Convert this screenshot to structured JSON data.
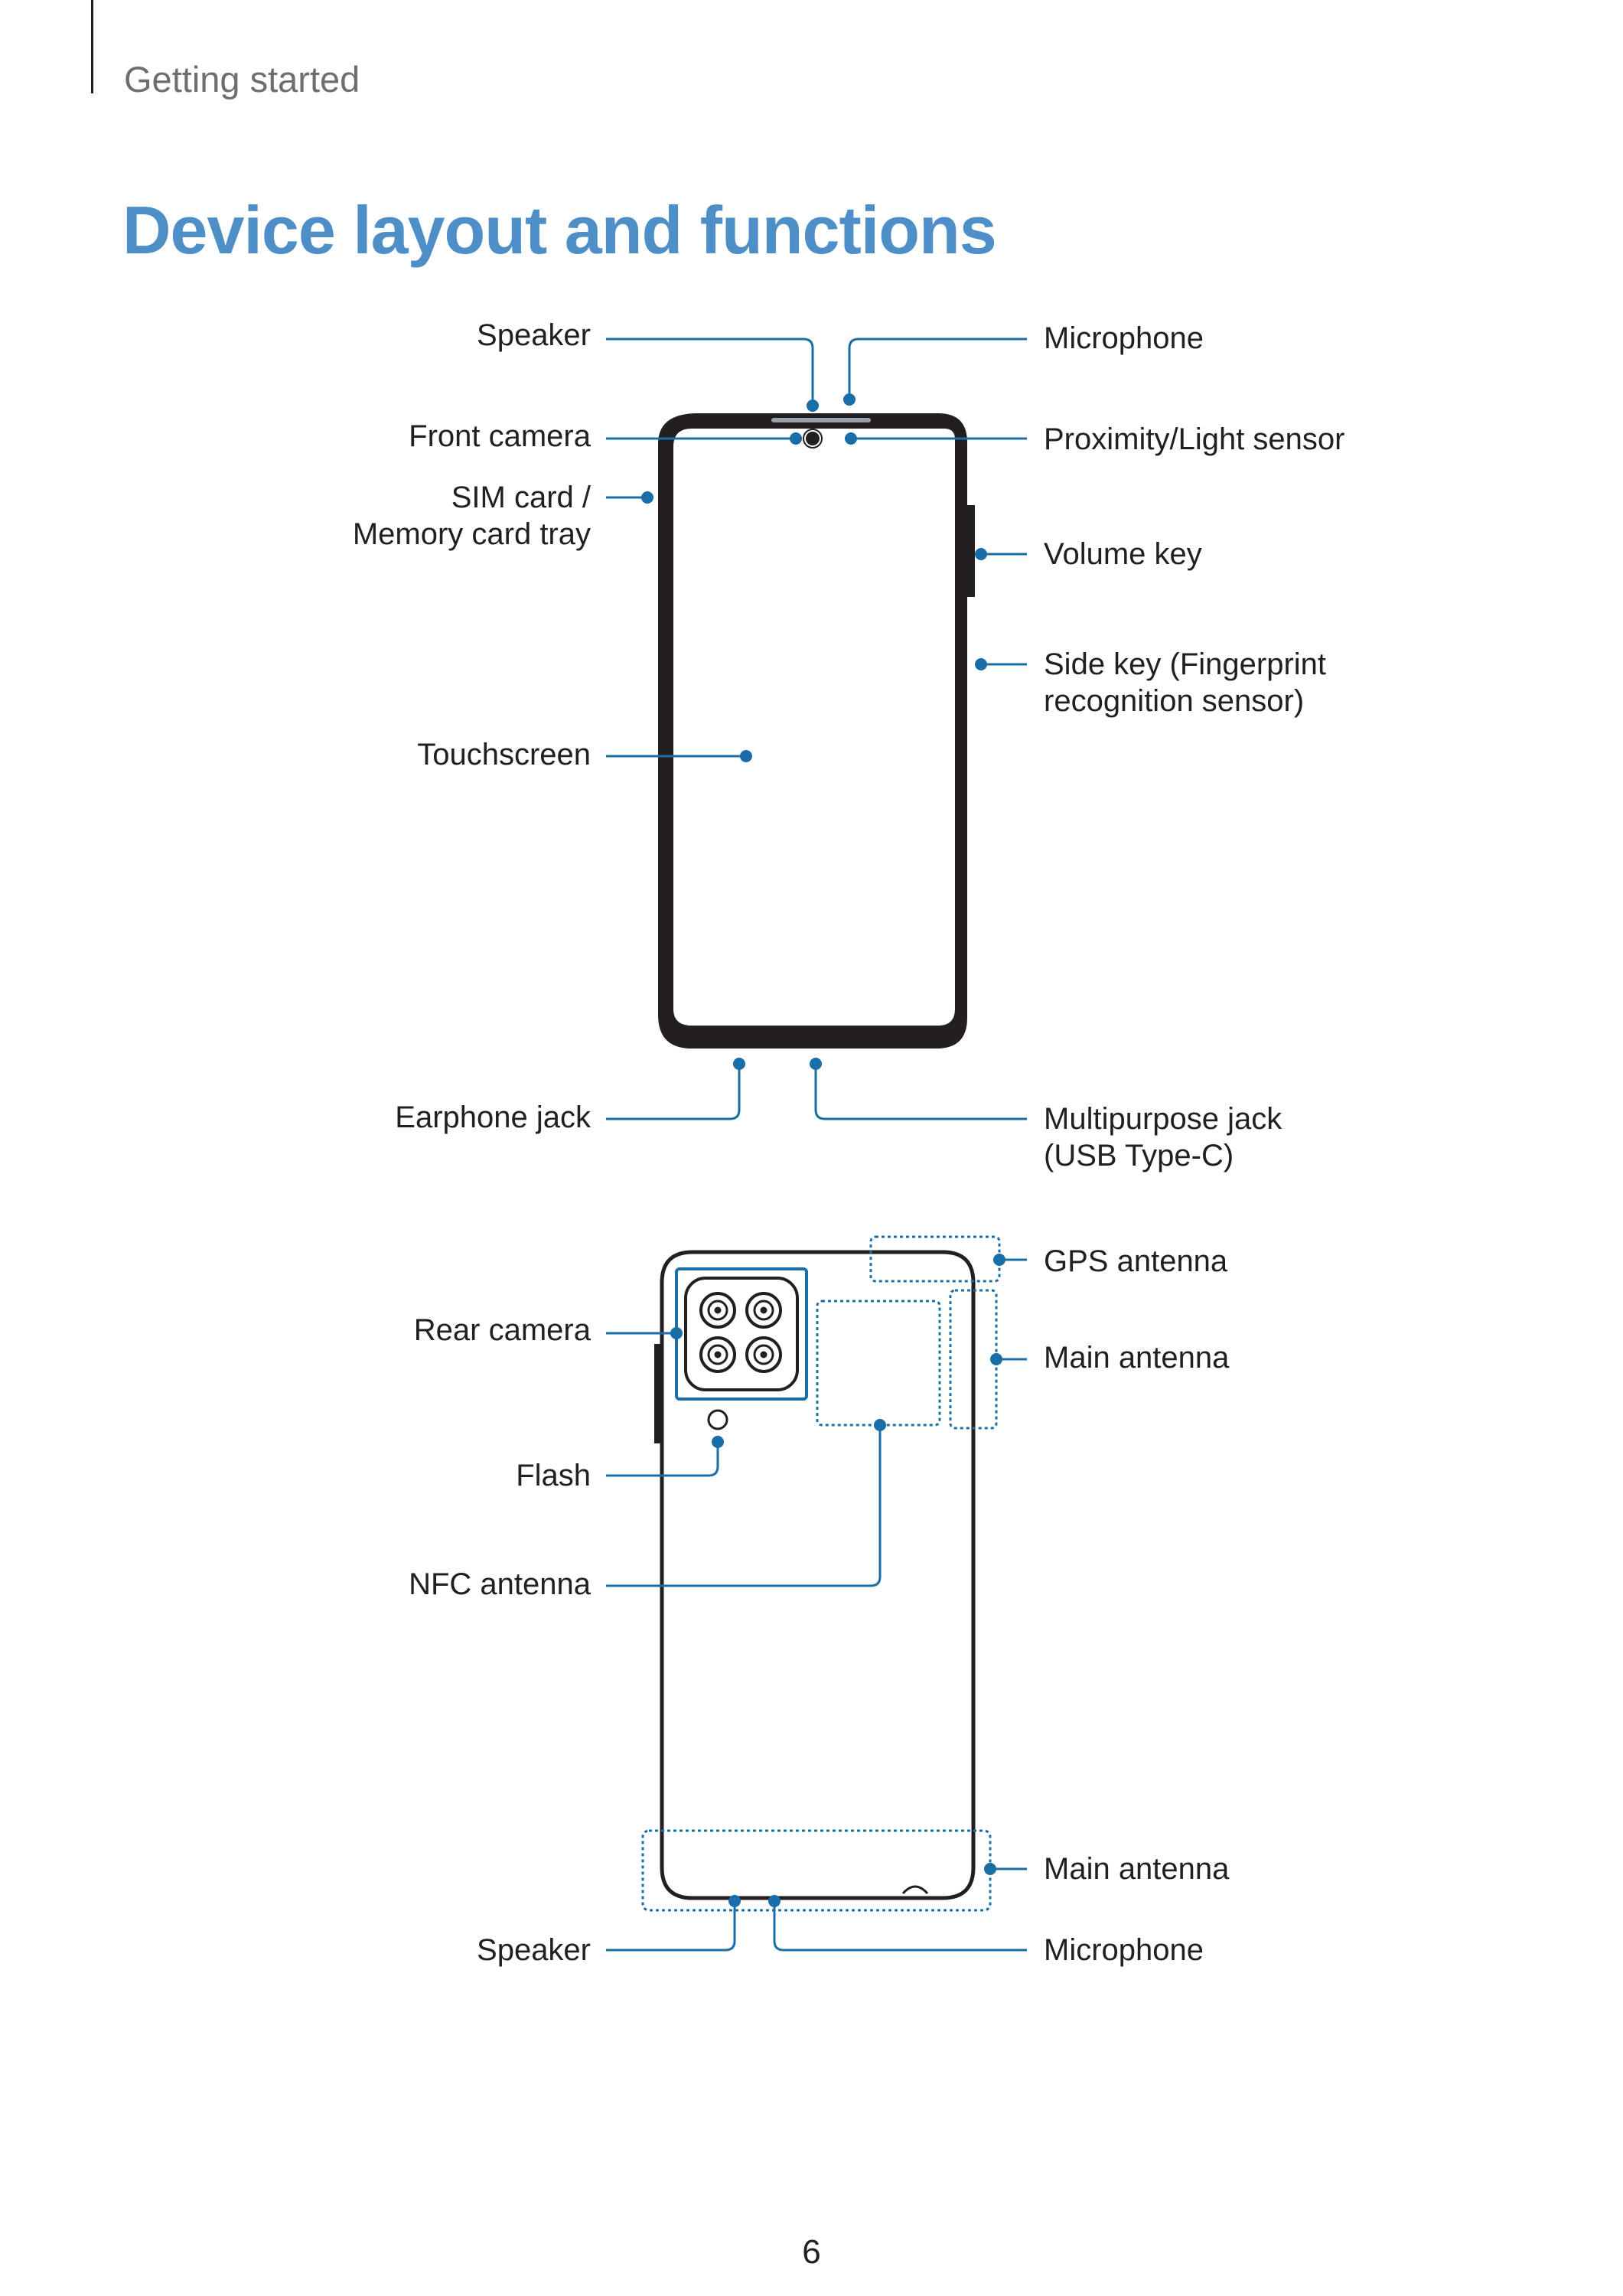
{
  "header": {
    "section": "Getting started",
    "title": "Device layout and functions"
  },
  "colors": {
    "title": "#4f8fc8",
    "callout": "#1a6ea8",
    "outline": "#231f20"
  },
  "front_view": {
    "left_labels": {
      "speaker": "Speaker",
      "front_camera": "Front camera",
      "sim_tray_line1": "SIM card /",
      "sim_tray_line2": "Memory card tray",
      "touchscreen": "Touchscreen",
      "earphone_jack": "Earphone jack"
    },
    "right_labels": {
      "microphone": "Microphone",
      "proximity_sensor": "Proximity/Light sensor",
      "volume_key": "Volume key",
      "side_key_line1": "Side key (Fingerprint",
      "side_key_line2": "recognition sensor)",
      "multipurpose_line1": "Multipurpose jack",
      "multipurpose_line2": "(USB Type-C)"
    }
  },
  "back_view": {
    "left_labels": {
      "rear_camera": "Rear camera",
      "flash": "Flash",
      "nfc_antenna": "NFC antenna",
      "speaker": "Speaker"
    },
    "right_labels": {
      "gps_antenna": "GPS antenna",
      "main_antenna_top": "Main antenna",
      "main_antenna_bottom": "Main antenna",
      "microphone": "Microphone"
    }
  },
  "footer": {
    "page_number": "6"
  }
}
